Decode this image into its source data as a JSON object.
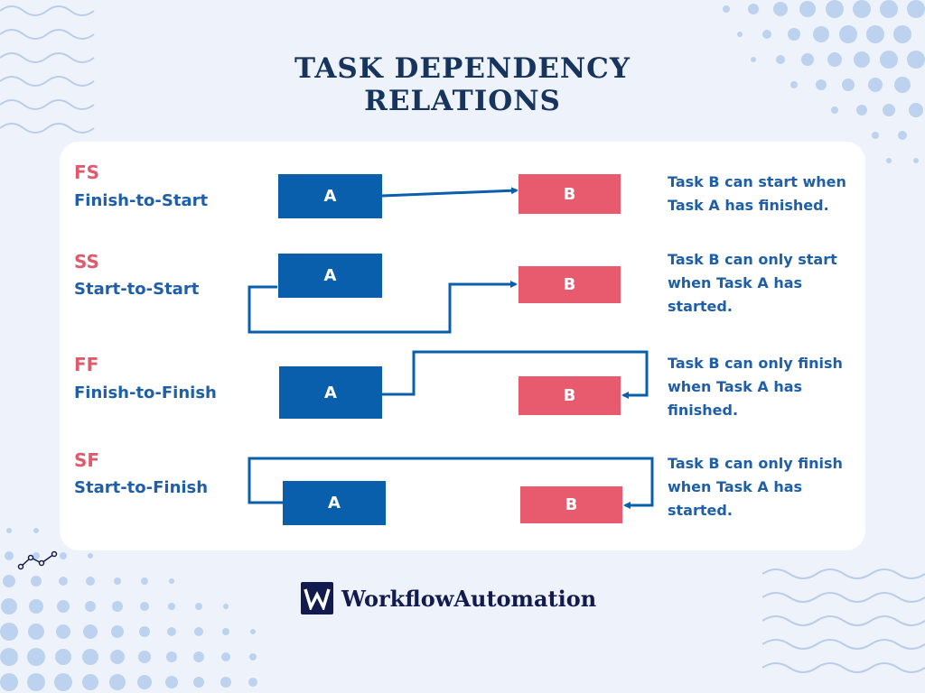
{
  "title": {
    "line1": "TASK DEPENDENCY",
    "line2": "RELATIONS"
  },
  "relations": [
    {
      "code": "FS",
      "name": "Finish-to-Start",
      "task_a": "A",
      "task_b": "B",
      "description": "Task B can start when Task A has finished."
    },
    {
      "code": "SS",
      "name": "Start-to-Start",
      "task_a": "A",
      "task_b": "B",
      "description": "Task B can only start when Task A has started."
    },
    {
      "code": "FF",
      "name": "Finish-to-Finish",
      "task_a": "A",
      "task_b": "B",
      "description": "Task B can only finish when Task A has finished."
    },
    {
      "code": "SF",
      "name": "Start-to-Finish",
      "task_a": "A",
      "task_b": "B",
      "description": "Task B can only finish when Task A has started."
    }
  ],
  "brand": {
    "name": "WorkflowAutomation",
    "logo_icon": "workflow-automation-logo-icon"
  },
  "colors": {
    "background": "#eef3fb",
    "title": "#16345c",
    "task_a": "#0a5fac",
    "task_b": "#e85a6e",
    "code": "#e05a6d",
    "text_blue": "#1f5ea8",
    "brand": "#121a4e"
  }
}
